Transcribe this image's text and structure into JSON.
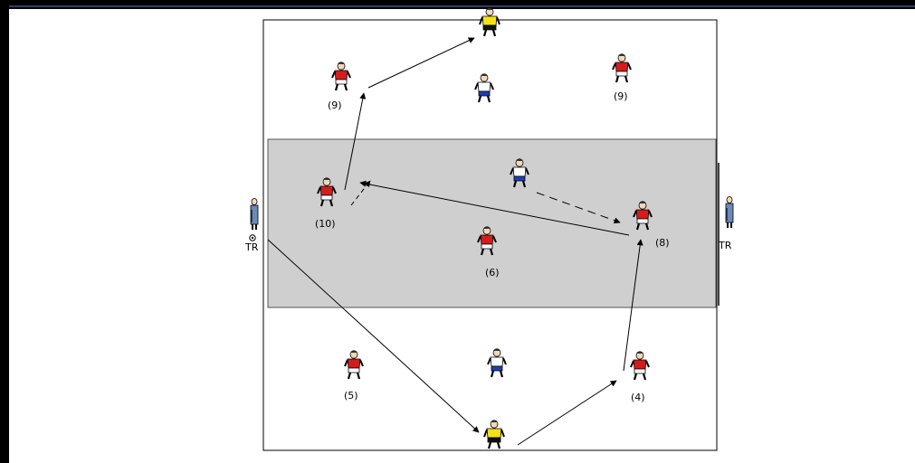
{
  "colors": {
    "red_team": "#d41c1c",
    "white_team": "#ffffff",
    "blue_shorts": "#1e3fae",
    "goalkeeper": "#f3e21a",
    "zone_fill": "#cfcfcf",
    "trainer": "#6a8ab8"
  },
  "players": {
    "top_gk": {
      "label": ""
    },
    "mid_gk": {
      "label": ""
    },
    "red_9_left": {
      "label": "(9)"
    },
    "red_9_right": {
      "label": "(9)"
    },
    "white_top": {
      "label": ""
    },
    "red_10": {
      "label": "(10)"
    },
    "white_center": {
      "label": ""
    },
    "red_8": {
      "label": "(8)"
    },
    "red_6": {
      "label": "(6)"
    },
    "red_5": {
      "label": "(5)"
    },
    "white_bottom": {
      "label": ""
    },
    "red_4": {
      "label": "(4)"
    }
  },
  "trainers": {
    "left": {
      "label": "TR"
    },
    "right": {
      "label": "TR"
    }
  }
}
